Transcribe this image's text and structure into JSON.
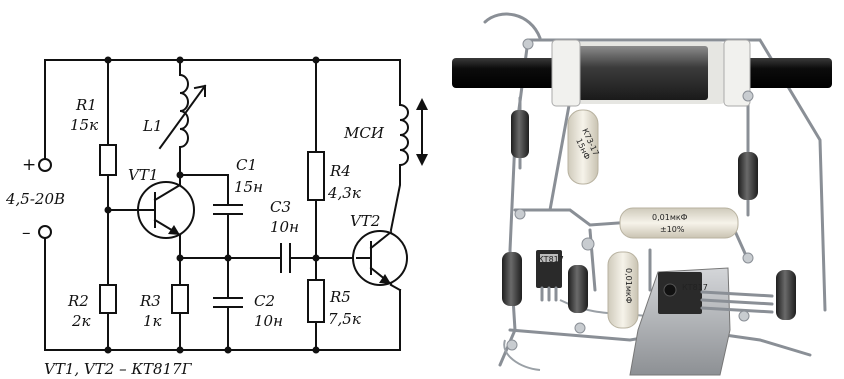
{
  "labels": {
    "plus": "+",
    "minus": "–",
    "voltage": "4,5-20В",
    "r1_name": "R1",
    "r1_value": "15к",
    "l1_name": "L1",
    "vt1_name": "VT1",
    "c1_name": "C1",
    "c1_value": "15н",
    "msi_name": "МСИ",
    "r4_name": "R4",
    "r4_value": "4,3к",
    "c3_name": "C3",
    "c3_value": "10н",
    "vt2_name": "VT2",
    "r2_name": "R2",
    "r2_value": "2к",
    "r3_name": "R3",
    "r3_value": "1к",
    "c2_name": "C2",
    "c2_value": "10н",
    "r5_name": "R5",
    "r5_value": "7,5к",
    "transistor_note": "VT1, VT2 – КТ817Г"
  },
  "photo_text": {
    "cap_top_line1": "К73-17",
    "cap_top_line2": "15нФ",
    "cap_mid_line1": "0,01мкФ",
    "cap_mid_line2": "±10%",
    "cap_low_line1": "0,01мкФ",
    "transistor_left": "КТ817",
    "transistor_right": "КТ817"
  },
  "colors": {
    "wire": "#111111",
    "rod": "#111111",
    "coil": "#3a3a3a",
    "resistor_body": "#3b3b3b",
    "capacitor_body": "#ece8dc",
    "heatsink": "#a9acb0"
  }
}
